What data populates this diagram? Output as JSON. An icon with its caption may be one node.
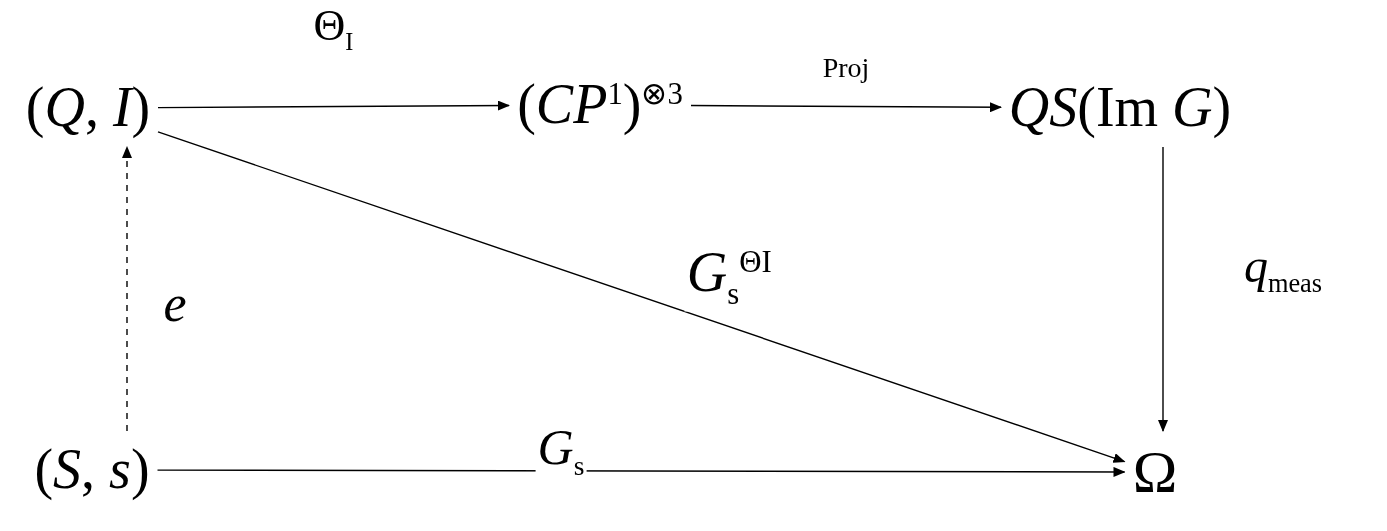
{
  "diagram": {
    "nodes": [
      {
        "text": [
          "(*Q*, *I*)"
        ]
      },
      {
        "text": [
          "(*CP*$^{1}$)$^{⊗3}$"
        ]
      },
      {
        "text": [
          "*QS*(Im *G*)"
        ]
      },
      {
        "text": [
          "(*S*, *s*)"
        ]
      },
      {
        "text": [
          "Ω"
        ]
      }
    ],
    "edges": [
      {
        "from": 0,
        "to": 1,
        "arrow": "to",
        "label": "Θ$_{I}$"
      },
      {
        "from": 1,
        "to": 2,
        "arrow": "to",
        "label": "Proj"
      },
      {
        "from": 2,
        "to": 4,
        "arrow": "to",
        "label": "*q*$_{meas}$"
      },
      {
        "from": 0,
        "to": 4,
        "arrow": "to",
        "label": "*G*$_{s}$$^{ΘI}$"
      },
      {
        "from": 3,
        "to": 4,
        "arrow": "to",
        "label": "*G*$_{s}$"
      },
      {
        "from": 3,
        "to": 0,
        "arrow": "to",
        "label": "*e*",
        "style": "dashed"
      }
    ]
  }
}
